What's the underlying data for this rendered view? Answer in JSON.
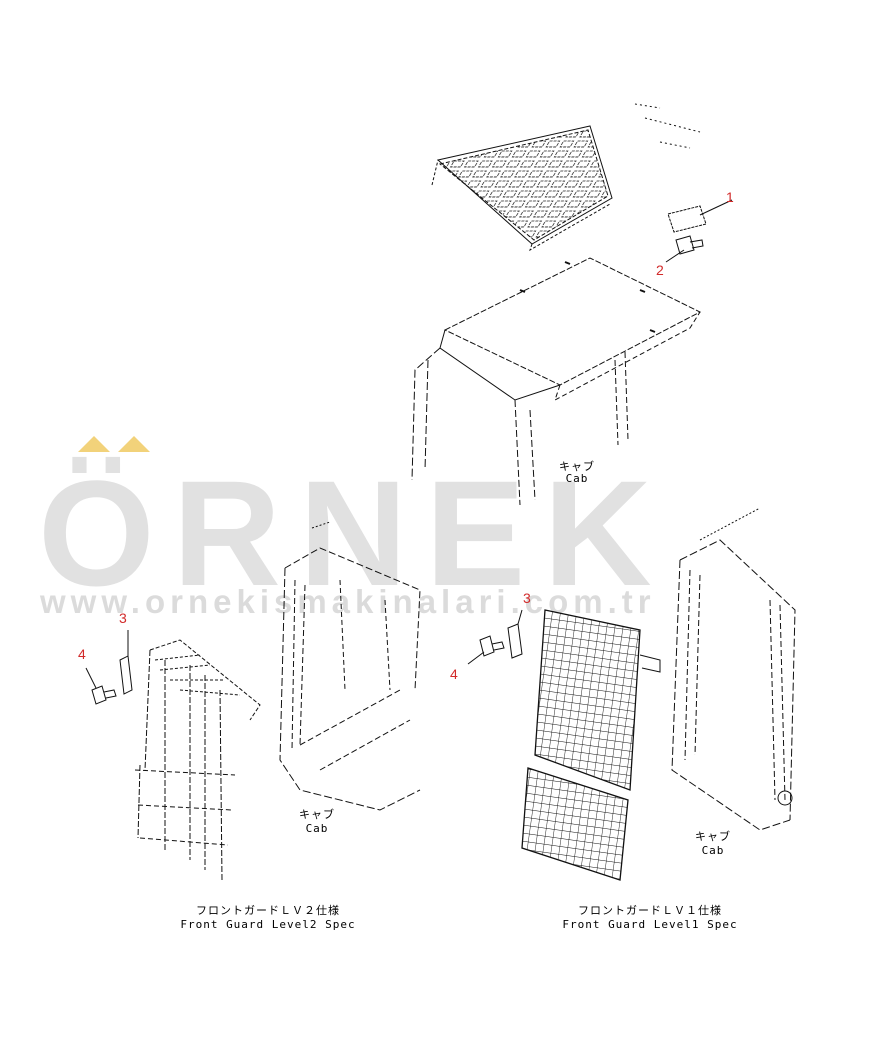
{
  "watermark": {
    "brand": "ÖRNEK",
    "url": "www.ornekismakinalari.com.tr",
    "umlaut_color": "#f2d27a",
    "text_color": "#dcdcdc"
  },
  "labels": {
    "cab_top_jp": "キャブ",
    "cab_top_en": "Cab",
    "cab_left_jp": "キャブ",
    "cab_left_en": "Cab",
    "cab_right_jp": "キャブ",
    "cab_right_en": "Cab",
    "lv2_jp": "フロントガードＬＶ２仕様",
    "lv2_en": "Front Guard Level2 Spec",
    "lv1_jp": "フロントガードＬＶ１仕様",
    "lv1_en": "Front Guard Level1 Spec"
  },
  "callouts": {
    "c1": "1",
    "c2": "2",
    "c3_left": "3",
    "c4_left": "4",
    "c3_right": "3",
    "c4_right": "4",
    "color": "#d22a2a"
  }
}
